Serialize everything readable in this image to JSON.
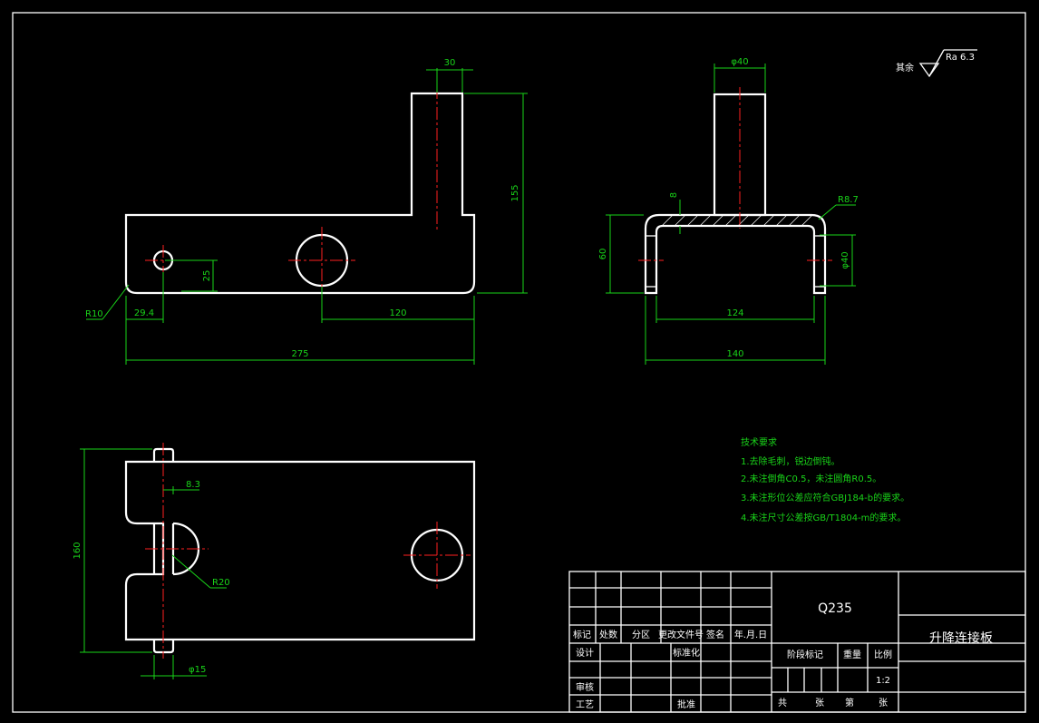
{
  "colors": {
    "background": "#000000",
    "outline": "#ffffff",
    "dimension": "#19d419",
    "centerline": "#ff2020"
  },
  "roughness": {
    "prefix": "其余",
    "value": "Ra 6.3"
  },
  "front_view": {
    "dims": {
      "top_width": "30",
      "height": "155",
      "hole_offset": "25",
      "edge_offset": "29.4",
      "hole_spacing": "120",
      "overall_length": "275",
      "corner_radius": "R10"
    }
  },
  "side_view": {
    "dims": {
      "pin_dia": "φ40",
      "thickness": "8",
      "bend_radius": "R8.7",
      "height": "60",
      "hole_dia": "φ40",
      "inner_width": "124",
      "outer_width": "140"
    }
  },
  "top_view": {
    "dims": {
      "slot_width": "8.3",
      "height": "160",
      "slot_radius": "R20",
      "pin_dia": "φ15"
    }
  },
  "tech_requirements": {
    "title": "技术要求",
    "items": [
      "1.去除毛刺，锐边倒钝。",
      "2.未注倒角C0.5，未注圆角R0.5。",
      "3.未注形位公差应符合GBJ184-b的要求。",
      "4.未注尺寸公差按GB/T1804-m的要求。"
    ]
  },
  "title_block": {
    "material": "Q235",
    "part_name": "升降连接板",
    "revision_headers": [
      "标记",
      "处数",
      "分区",
      "更改文件号",
      "签名",
      "年.月.日"
    ],
    "design_label": "设计",
    "standardize_label": "标准化",
    "review_label": "审核",
    "process_label": "工艺",
    "approve_label": "批准",
    "stage_label": "阶段标记",
    "weight_label": "重量",
    "scale_label": "比例",
    "scale_value": "1:2",
    "sheets_total_label": "共",
    "sheet_unit_label": "张",
    "sheet_no_label": "第",
    "sheet_unit_label2": "张"
  }
}
